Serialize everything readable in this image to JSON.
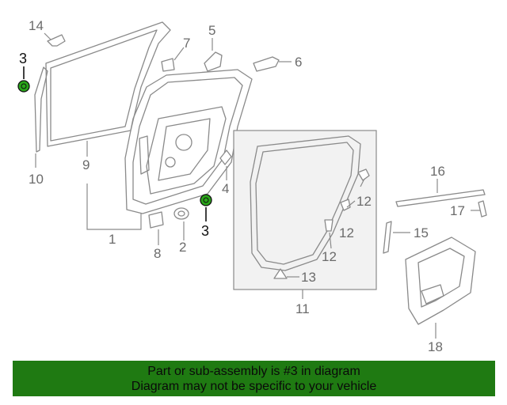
{
  "diagram": {
    "highlight_color": "#2aa61a",
    "banner_color": "#1f7a12",
    "callouts": {
      "c1": "1",
      "c2": "2",
      "c3a": "3",
      "c3b": "3",
      "c4": "4",
      "c5": "5",
      "c6": "6",
      "c7": "7",
      "c8": "8",
      "c9": "9",
      "c10": "10",
      "c11": "11",
      "c12a": "12",
      "c12b": "12",
      "c12c": "12",
      "c13": "13",
      "c14": "14",
      "c15": "15",
      "c16": "16",
      "c17": "17",
      "c18": "18"
    }
  },
  "banner": {
    "line1": "Part or sub-assembly is #3 in diagram",
    "line2": "Diagram may not be specific to your vehicle"
  }
}
